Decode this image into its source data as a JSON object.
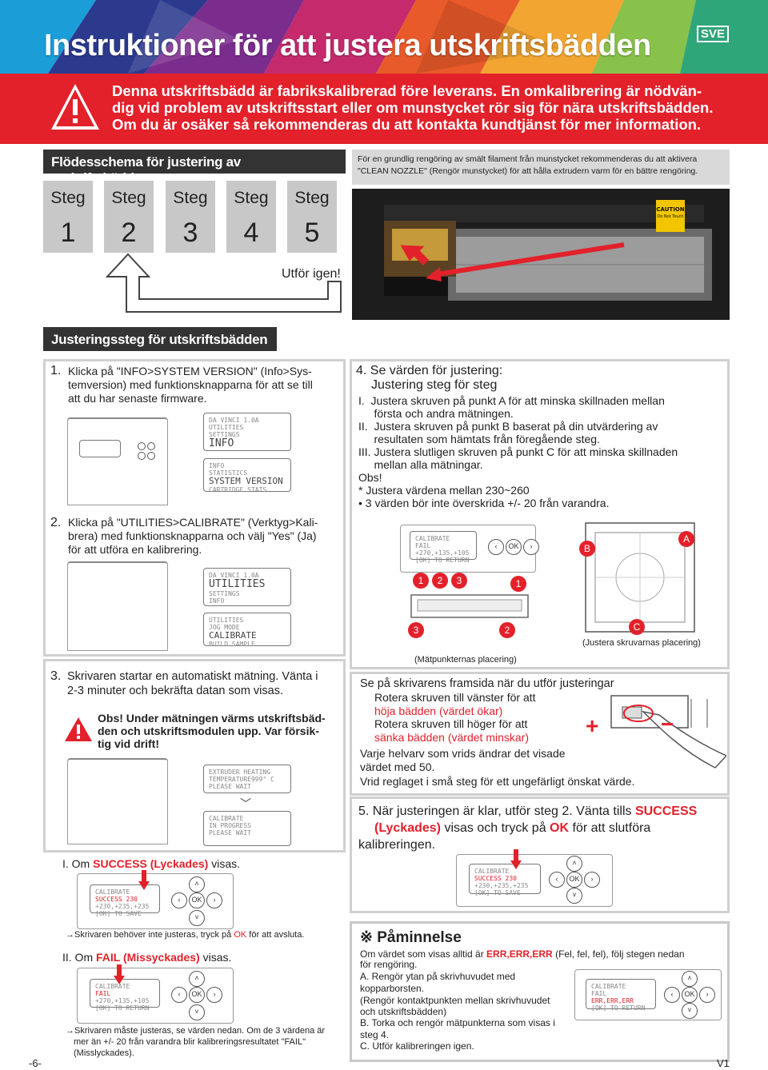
{
  "header": {
    "title": "Instruktioner för att justera utskriftsbädden",
    "lang": "SVE"
  },
  "warning": {
    "lines": [
      "Denna utskriftsbädd är fabrikskalibrerad före leverans. En omkalibrering är nödvän-",
      "dig vid problem av utskriftsstart eller om munstycket rör sig för nära utskriftsbädden.",
      "Om du är osäker så rekommenderas du att kontakta kundtjänst för mer information."
    ]
  },
  "flowchart": {
    "title": "Flödesschema för justering av utskriftsbädden",
    "step_word": "Steg",
    "steps": [
      "1",
      "2",
      "3",
      "4",
      "5"
    ],
    "repeat": "Utför igen!"
  },
  "clean_note": {
    "lines": [
      "För en grundlig rengöring av smält filament från munstycket rekommenderas du att aktivera",
      "\"CLEAN NOZZLE\" (Rengör munstycket) för att hålla extrudern varm för en bättre rengöring."
    ],
    "caution": "CAUTION",
    "caution_sub": "Do Not Touch"
  },
  "adjust": {
    "title": "Justeringssteg för utskriftsbädden"
  },
  "step1": {
    "num": "1.",
    "lines": [
      "Klicka på \"INFO>SYSTEM VERSION\" (Info>Sys-",
      "temversion) med funktionsknapparna för att se till",
      "att du har senaste firmware."
    ],
    "lcd1": [
      "DA VINCI 1.0A",
      "UTILITIES",
      "SETTINGS",
      "INFO"
    ],
    "lcd2": [
      "INFO",
      "STATISTICS",
      "SYSTEM VERSION",
      "CARTRIDGE STATS"
    ]
  },
  "step2": {
    "num": "2.",
    "lines": [
      "Klicka på \"UTILITIES>CALIBRATE\" (Verktyg>Kali-",
      "brera) med funktionsknapparna och välj \"Yes\" (Ja)",
      "för att utföra en kalibrering."
    ],
    "lcd1": [
      "DA VINCI 1.0A",
      "UTILITIES",
      "SETTINGS",
      "INFO"
    ],
    "lcd2": [
      "UTILITIES",
      "JOG MODE",
      "CALIBRATE",
      "BUILD SAMPLE"
    ]
  },
  "step3": {
    "num": "3.",
    "lines": [
      "Skrivaren startar en automatiskt mätning. Vänta i",
      "2-3 minuter och bekräfta datan som visas."
    ],
    "obs": [
      "Obs! Under mätningen värms utskriftsbäd-",
      "den och utskriftsmodulen upp. Var försik-",
      "tig vid drift!"
    ],
    "lcd1": [
      "EXTRUDER HEATING",
      "TEMPERATURE999° C",
      "PLEASE WAIT"
    ],
    "lcd2": [
      "CALIBRATE",
      "IN PROGRESS",
      "",
      "PLEASE WAIT"
    ]
  },
  "resultI": {
    "label_a": "I.  Om ",
    "label_b": "SUCCESS (Lyckades)",
    "label_c": " visas.",
    "lcd": [
      "CALIBRATE",
      "SUCCESS      230",
      "+230,+235,+235",
      "[OK]  TO SAVE"
    ],
    "note_a": "→Skrivaren behöver inte justeras, tryck på ",
    "note_b": "OK",
    "note_c": " för att avsluta."
  },
  "resultII": {
    "label_a": "II. Om ",
    "label_b": "FAIL (Missyckades)",
    "label_c": " visas.",
    "lcd": [
      "CALIBRATE",
      "FAIL",
      "+270,+135,+105",
      "[OK]  TO RETURN"
    ],
    "note": [
      "→Skrivaren måste justeras, se värden nedan. Om de 3 värdena är",
      "mer än +/- 20 från varandra blir kalibreringsresultatet \"FAIL\"",
      "(Misslyckades)."
    ]
  },
  "step4": {
    "title1": "4. Se värden för justering:",
    "title2": "Justering steg för steg",
    "items": [
      "I.  Justera skruven på punkt A för att minska skillnaden mellan",
      "     första och andra mätningen.",
      "II.  Justera skruven på punkt B baserat på din utvärdering av",
      "     resultaten som hämtats från föregående steg.",
      "III. Justera slutligen skruven på punkt C för att minska skillnaden",
      "     mellan alla mätningar.",
      "Obs!",
      "* Justera värdena mellan 230~260",
      "• 3 värden bör inte överskrida +/- 20 från varandra."
    ],
    "lcd": [
      "CALIBRATE",
      "FAIL",
      "+270,+135,+105",
      "[OK]  TO RETURN"
    ],
    "points_caption": "(Mätpunkternas placering)",
    "screws_caption": "(Justera skruvarnas placering)",
    "labels": {
      "a": "A",
      "b": "B",
      "c": "C",
      "p1": "1",
      "p2": "2",
      "p3": "3"
    }
  },
  "turning": {
    "head": "Se på skrivarens framsida när du utför justeringar",
    "l1": "Rotera skruven till vänster för att",
    "l2": "höja bädden (värdet ökar)",
    "l3": "Rotera skruven till höger för att",
    "l4": "sänka bädden (värdet minskar)",
    "l5": "Varje helvarv som vrids ändrar det visade",
    "l6": "värdet med 50.",
    "l7": "Vrid reglaget i små steg för ett ungefärligt önskat värde.",
    "plus": "+",
    "minus": "−"
  },
  "step5": {
    "a": "5.  När justeringen är klar, utför steg 2. Vänta tills ",
    "b": "SUCCESS",
    "c": "(Lyckades)",
    "d": " visas och tryck på ",
    "e": "OK",
    "f": " för att slutföra kalibreringen.",
    "lcd": [
      "CALIBRATE",
      "SUCCESS 230",
      "+230,+235,+235",
      "[OK] TO SAVE"
    ]
  },
  "reminder": {
    "title": "※ Påminnelse",
    "l1a": "Om värdet som visas alltid är ",
    "l1b": "ERR,ERR,ERR",
    "l1c": " (Fel, fel, fel), följ stegen nedan",
    "l2": "för rengöring.",
    "l3": "A. Rengör ytan på skrivhuvudet med",
    "l4": "kopparborsten.",
    "l5": "(Rengör kontaktpunkten mellan skrivhuvudet",
    "l6": "och utskriftsbädden)",
    "l7": "B. Torka och rengör mätpunkterna som visas i",
    "l8": "steg 4.",
    "l9": "C. Utför kalibreringen igen.",
    "lcd": [
      "CALIBRATE",
      "FAIL",
      "ERR,ERR,ERR",
      "[OK]  TO RETURN"
    ]
  },
  "buttons": {
    "ok": "OK",
    "left": "‹",
    "right": "›",
    "up": "˄",
    "down": "˅"
  },
  "footer": {
    "page": "-6-",
    "version": "V1"
  },
  "colors": {
    "red": "#e2212b",
    "dark": "#333333",
    "gray": "#c8c8c8"
  }
}
